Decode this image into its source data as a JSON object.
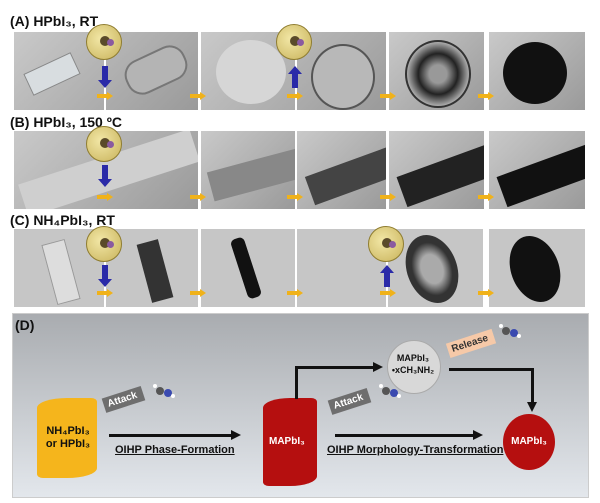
{
  "panels": {
    "a": {
      "label": "(A) HPbI₃, RT"
    },
    "b": {
      "label": "(B) HPbI₃, 150 ºC"
    },
    "c": {
      "label": "(C) NH₄PbI₃, RT"
    },
    "d": {
      "label": "(D)",
      "precursor": [
        "NH₄PbI₃",
        "or HPbI₃"
      ],
      "intermediate_perovskite": "MAPbI₃",
      "complex": [
        "MAPbI₃",
        "•xCH₃NH₂"
      ],
      "final": "MAPbI₃",
      "attack_label_1": "Attack",
      "attack_label_2": "Attack",
      "release_label": "Release",
      "step1": "OIHP Phase-Formation",
      "step2": "OIHP Morphology-Transformation"
    }
  },
  "colors": {
    "precursor": "#f5b51c",
    "perovskite": "#b50f0f",
    "complex": "#d8d8d8",
    "release": "#f6c9a8",
    "arrow_yellow": "#f0b21a",
    "arrow_blue": "#2a2aa8"
  }
}
